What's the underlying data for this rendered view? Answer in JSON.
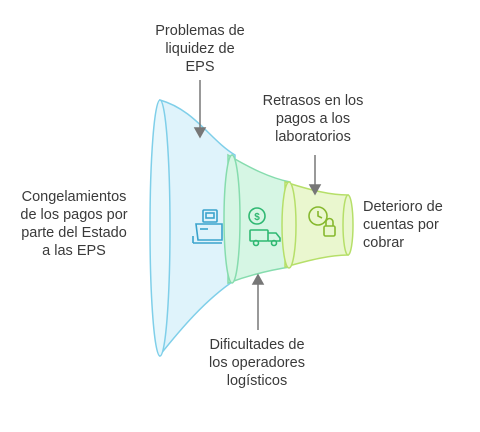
{
  "diagram": {
    "labels": {
      "left_cause": "Congelamientos\nde los pagos por\nparte del Estado\na las EPS",
      "top_1": "Problemas de\nliquidez de\nEPS",
      "top_2": "Retrasos en los\npagos a los\nlaboratorios",
      "bottom_1": "Dificultades de\nlos operadores\nlogísticos",
      "right_effect": "Deterioro de\ncuentas por\ncobrar"
    },
    "stages": [
      {
        "icon": "cash-register-icon",
        "color": "#dff3fb",
        "stroke": "#7fcfe9"
      },
      {
        "icon": "money-delivery-truck-icon",
        "color": "#d6f6e4",
        "stroke": "#86dcae"
      },
      {
        "icon": "clock-lock-icon",
        "color": "#eaf7cf",
        "stroke": "#b6df69"
      }
    ]
  }
}
